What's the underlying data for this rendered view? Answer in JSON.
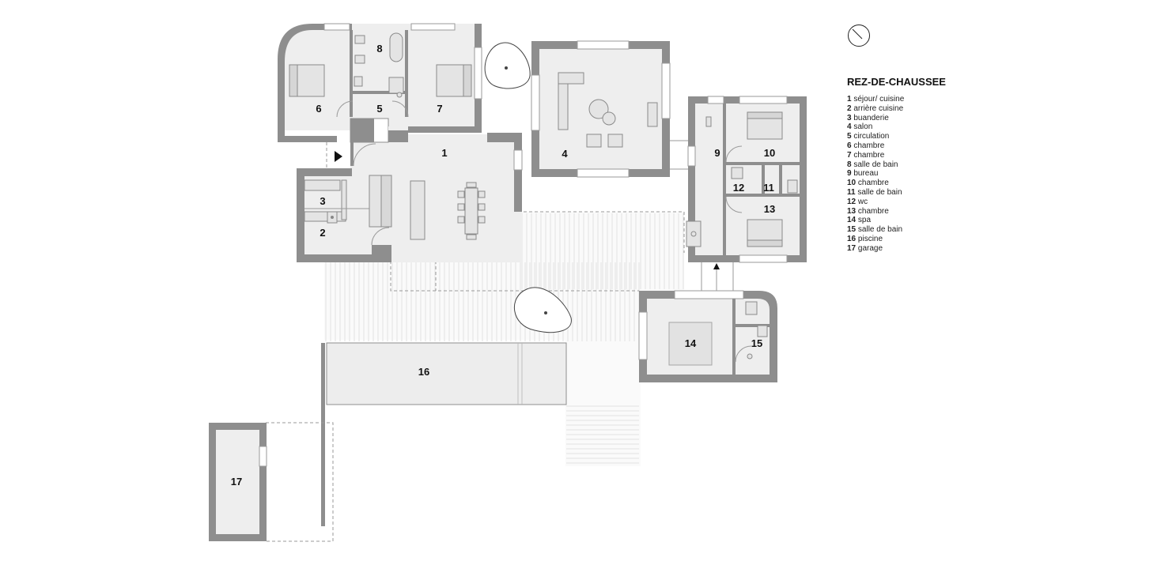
{
  "plan": {
    "title": "REZ-DE-CHAUSSEE",
    "legend": [
      {
        "num": "1",
        "label": "séjour/ cuisine"
      },
      {
        "num": "2",
        "label": "arrière cuisine"
      },
      {
        "num": "3",
        "label": "buanderie"
      },
      {
        "num": "4",
        "label": "salon"
      },
      {
        "num": "5",
        "label": "circulation"
      },
      {
        "num": "6",
        "label": "chambre"
      },
      {
        "num": "7",
        "label": "chambre"
      },
      {
        "num": "8",
        "label": "salle de bain"
      },
      {
        "num": "9",
        "label": "bureau"
      },
      {
        "num": "10",
        "label": "chambre"
      },
      {
        "num": "11",
        "label": "salle de bain"
      },
      {
        "num": "12",
        "label": "wc"
      },
      {
        "num": "13",
        "label": "chambre"
      },
      {
        "num": "14",
        "label": "spa"
      },
      {
        "num": "15",
        "label": "salle de bain"
      },
      {
        "num": "16",
        "label": "piscine"
      },
      {
        "num": "17",
        "label": "garage"
      }
    ]
  }
}
